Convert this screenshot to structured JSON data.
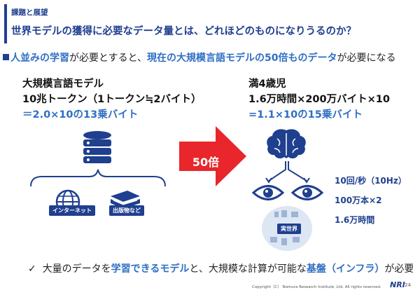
{
  "header": {
    "label": "課題と展望",
    "title": "世界モデルの獲得に必要なデータ量とは、どれほどのものになりうるのか？"
  },
  "lead": {
    "part1": "人並みの学習",
    "part2": "が必要とすると、",
    "part3": "現在の大規模言語モデルの50倍ものデータ",
    "part4": "が必要になる"
  },
  "left": {
    "line1": "大規模言語モデル",
    "line2": "10兆トークン（1トークン≒2バイト）",
    "line3": "＝2.0×10の13乗バイト",
    "tag_internet": "インターネット",
    "tag_publications": "出版物など"
  },
  "arrow": {
    "label": "50倍"
  },
  "right": {
    "line1": "満4歳児",
    "line2": "1.6万時間×200万バイト×10",
    "line3": "=1.1×10の15乗バイト",
    "stat1": "10回/秒（10Hz）",
    "stat2": "100万本×2",
    "stat3": "1.6万時間",
    "tag_world": "実世界"
  },
  "footer": {
    "check": "✓",
    "part1": "大量のデータを",
    "part2": "学習できるモデル",
    "part3": "と、大規模な計算が可能な",
    "part4": "基盤（インフラ）",
    "part5": "が必要"
  },
  "copyright": "Copyright（C） Nomura Research Institute, Ltd. All rights reserved.",
  "logo": "NRI",
  "page_number": "24",
  "colors": {
    "navy": "#1f3f8f",
    "blue": "#2f6fc4",
    "red": "#e8262b"
  }
}
